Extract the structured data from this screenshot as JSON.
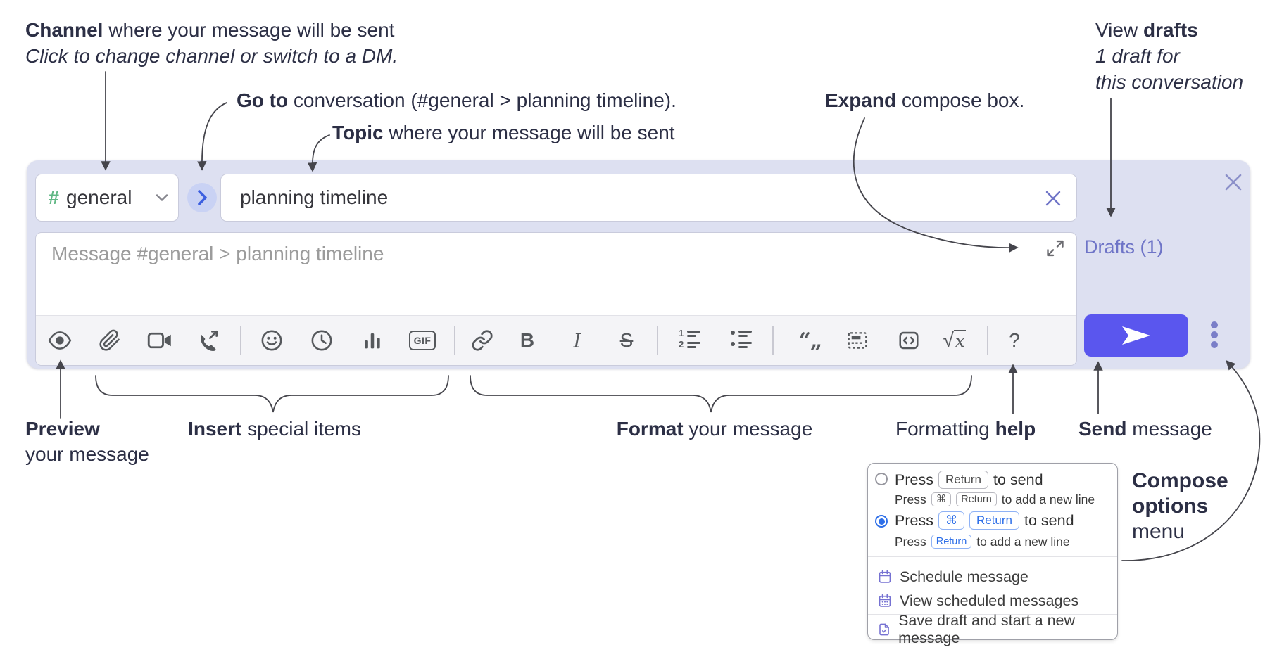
{
  "annotations": {
    "channel_bold": "Channel",
    "channel_rest": " where your message will be sent",
    "channel_sub": "Click to change channel or switch to a DM.",
    "goto_bold": "Go to",
    "goto_rest": " conversation (#general > planning timeline).",
    "topic_bold": "Topic",
    "topic_rest": " where your message will be sent",
    "expand_bold": "Expand",
    "expand_rest": " compose box.",
    "view_drafts_pre": "View ",
    "view_drafts_bold": "drafts",
    "view_drafts_line2": "1 draft for",
    "view_drafts_line3": "this conversation",
    "preview_bold": "Preview",
    "preview_line2": "your message",
    "insert_bold": "Insert",
    "insert_rest": " special items",
    "format_bold": "Format",
    "format_rest": " your message",
    "help_pre": "Formatting ",
    "help_bold": "help",
    "send_bold": "Send",
    "send_rest": " message",
    "compose_options_line1": "Compose",
    "compose_options_line2": "options",
    "compose_options_line3": "menu"
  },
  "compose": {
    "channel_hash": "#",
    "channel_name": "general",
    "topic_value": "planning timeline",
    "message_placeholder": "Message #general > planning timeline",
    "drafts_label": "Drafts (1)",
    "toolbar_icons": [
      "preview",
      "attach-file",
      "start-video-call",
      "start-voice-call",
      "add-emoji",
      "add-global-time",
      "add-poll",
      "add-gif",
      "link",
      "bold",
      "italic",
      "strikethrough",
      "numbered-list",
      "bulleted-list",
      "quote",
      "spoiler",
      "code",
      "math-latex",
      "message-formatting-help"
    ],
    "toolbar": {
      "bold_label": "B",
      "italic_label": "I",
      "strike_label": "S",
      "gif_label": "GIF",
      "quote_glyphs": "“„",
      "math_sqrt": "√",
      "math_x": "x",
      "help_label": "?",
      "ol_digit1": "1",
      "ol_digit2": "2"
    }
  },
  "options_menu": {
    "opt1_main_pre": "Press",
    "opt1_main_key": "Return",
    "opt1_main_post": "to send",
    "opt1_sub_pre": "Press",
    "opt1_sub_key1": "⌘",
    "opt1_sub_key2": "Return",
    "opt1_sub_post": "to add a new line",
    "opt2_main_pre": "Press",
    "opt2_main_key1": "⌘",
    "opt2_main_key2": "Return",
    "opt2_main_post": "to send",
    "opt2_sub_pre": "Press",
    "opt2_sub_key": "Return",
    "opt2_sub_post": "to add a new line",
    "item_schedule": "Schedule message",
    "item_view_scheduled": "View scheduled messages",
    "item_save_draft": "Save draft and start a new message"
  },
  "colors": {
    "container_bg": "#dde0f1",
    "accent_blue": "#2e6fe8",
    "purple_ui": "#6e74c7",
    "send_button": "#5a56ee",
    "hash_green": "#61b885",
    "menu_icon_purple": "#7672d2",
    "annotation_text": "#2c2f45"
  }
}
